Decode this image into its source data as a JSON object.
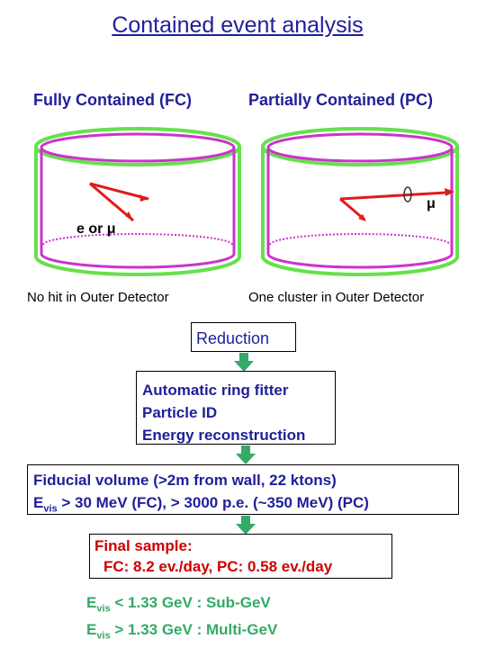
{
  "title": "Contained event analysis",
  "fc": {
    "heading": "Fully Contained (FC)",
    "particle_label": "e or μ",
    "caption": "No hit in Outer Detector"
  },
  "pc": {
    "heading": "Partially  Contained (PC)",
    "particle_label": "μ",
    "caption": "One cluster in Outer Detector"
  },
  "steps": {
    "reduction": "Reduction",
    "fitter": [
      "Automatic ring fitter",
      "Particle ID",
      "Energy reconstruction"
    ],
    "fiducial_line1": "Fiducial volume (>2m from wall, 22 ktons)",
    "fiducial_line2_sym": "E",
    "fiducial_line2_sub": "vis",
    "fiducial_line2_rest": " > 30 MeV (FC),  > 3000 p.e. (~350 MeV) (PC)",
    "final_line1": "Final sample:",
    "final_line2": "FC: 8.2 ev./day,  PC: 0.58 ev./day"
  },
  "split": {
    "row1_sym": "E",
    "row1_sub": "vis",
    "row1_rest": " < 1.33 GeV : Sub-GeV",
    "row2_sym": "E",
    "row2_sub": "vis",
    "row2_rest": " > 1.33 GeV : Multi-GeV"
  },
  "colors": {
    "title": "#1f1f99",
    "detector_outer": "#66e04d",
    "detector_inner": "#cc33cc",
    "track": "#e01a1a",
    "arrow": "#33aa66",
    "final_text": "#cc0000"
  }
}
